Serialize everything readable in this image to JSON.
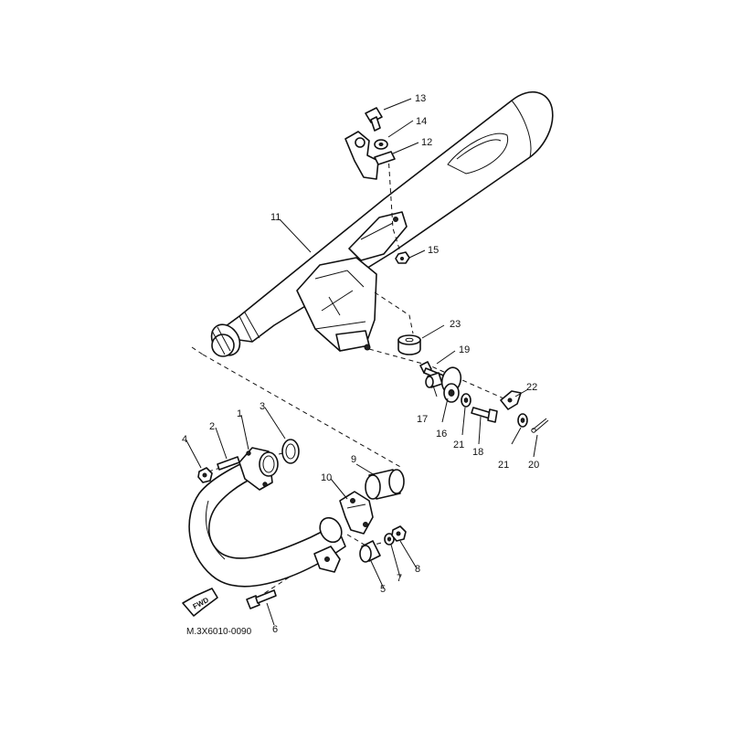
{
  "diagram": {
    "drawing_code": "M.3X6010-0090",
    "direction_label": "FWD",
    "callouts": [
      "1",
      "2",
      "3",
      "4",
      "5",
      "6",
      "7",
      "8",
      "9",
      "10",
      "11",
      "12",
      "13",
      "14",
      "15",
      "16",
      "17",
      "18",
      "19",
      "20",
      "21",
      "21",
      "22",
      "23"
    ]
  }
}
